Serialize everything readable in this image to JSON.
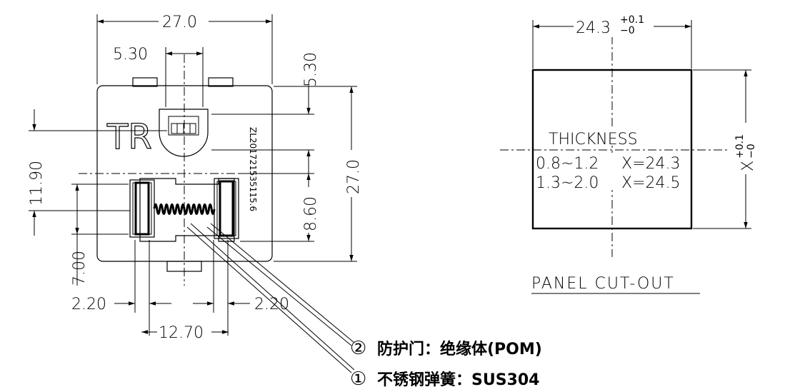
{
  "left_view": {
    "logo_text": "TR",
    "patent_number": "ZL201721535115.6",
    "dims": {
      "width_top": "27.0",
      "slot_width": "5.30",
      "slot_height": "5.30",
      "height_right": "27.0",
      "offset_left": "11.90",
      "spring_offset": "8.60",
      "spring_height": "7.00",
      "left_margin": "2.20",
      "right_margin": "2.20",
      "spring_span": "12.70"
    }
  },
  "panel_cutout": {
    "width_label": "24.3",
    "width_tol_plus": "+0.1",
    "width_tol_minus": "−0",
    "height_label": "X",
    "height_tol_plus": "+0.1",
    "height_tol_minus": "−0",
    "thickness_title": "THICKNESS",
    "rows": [
      {
        "range": "0.8~1.2",
        "value": "X=24.3"
      },
      {
        "range": "1.3~2.0",
        "value": "X=24.5"
      }
    ],
    "caption": "PANEL CUT-OUT"
  },
  "notes": [
    {
      "marker": "②",
      "text": "防护门：绝缘体(POM)"
    },
    {
      "marker": "①",
      "text": "不锈钢弹簧：SUS304"
    }
  ]
}
